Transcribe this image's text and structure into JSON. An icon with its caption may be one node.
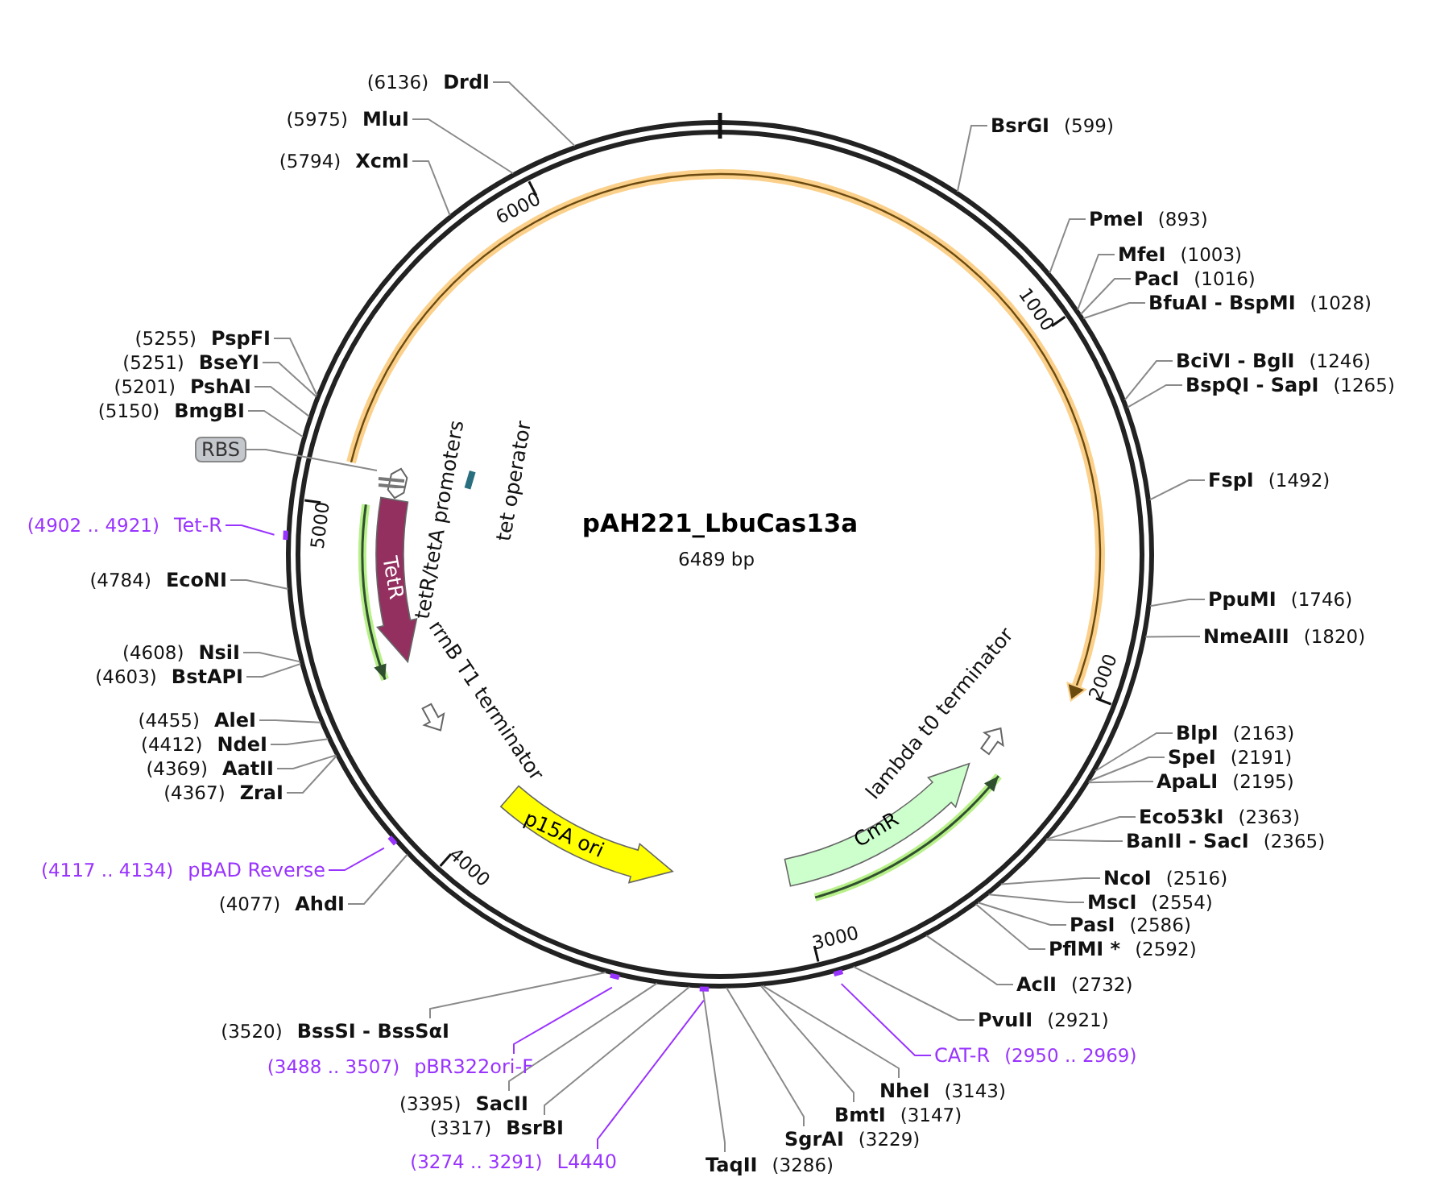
{
  "diagram": {
    "title": "pAH221_LbuCas13a",
    "nodes": [
      {
        "text": [
          "BsrGI",
          "(599)"
        ]
      },
      {
        "text": [
          "PmeI",
          "(893)"
        ]
      },
      {
        "text": [
          "MfeI",
          "(1003)"
        ]
      },
      {
        "text": [
          "PacI",
          "(1016)"
        ]
      },
      {
        "text": [
          "BfuAI - BspMI",
          "(1028)"
        ]
      },
      {
        "text": [
          "BciVI - BglI",
          "(1246)"
        ]
      },
      {
        "text": [
          "BspQI - SapI",
          "(1265)"
        ]
      },
      {
        "text": [
          "FspI",
          "(1492)"
        ]
      },
      {
        "text": [
          "PpuMI",
          "(1746)"
        ]
      },
      {
        "text": [
          "NmeAIII",
          "(1820)"
        ]
      },
      {
        "text": [
          "BlpI",
          "(2163)"
        ]
      },
      {
        "text": [
          "SpeI",
          "(2191)"
        ]
      },
      {
        "text": [
          "ApaLI",
          "(2195)"
        ]
      },
      {
        "text": [
          "Eco53kI",
          "(2363)"
        ]
      },
      {
        "text": [
          "BanII - SacI",
          "(2365)"
        ]
      },
      {
        "text": [
          "NcoI",
          "(2516)"
        ]
      },
      {
        "text": [
          "MscI",
          "(2554)"
        ]
      },
      {
        "text": [
          "PasI",
          "(2586)"
        ]
      },
      {
        "text": [
          "PflMI *",
          "(2592)"
        ]
      },
      {
        "text": [
          "AclI",
          "(2732)"
        ]
      },
      {
        "text": [
          "PvuII",
          "(2921)"
        ]
      },
      {
        "text": [
          "CAT-R",
          "(2950 .. 2969)"
        ]
      },
      {
        "text": [
          "NheI",
          "(3143)"
        ]
      },
      {
        "text": [
          "BmtI",
          "(3147)"
        ]
      },
      {
        "text": [
          "SgrAI",
          "(3229)"
        ]
      },
      {
        "text": [
          "TaqII",
          "(3286)"
        ]
      },
      {
        "text": [
          "(3274 .. 3291)",
          "L4440"
        ]
      },
      {
        "text": [
          "(3317)",
          "BsrBI"
        ]
      },
      {
        "text": [
          "(3395)",
          "SacII"
        ]
      },
      {
        "text": [
          "(3488 .. 3507)",
          "pBR322ori-F"
        ]
      },
      {
        "text": [
          "(3520)",
          "BssSI - BssSαI"
        ]
      },
      {
        "text": [
          "(4077)",
          "AhdI"
        ]
      },
      {
        "text": [
          "(4117 .. 4134)",
          "pBAD Reverse"
        ]
      },
      {
        "text": [
          "(4367)",
          "ZraI"
        ]
      },
      {
        "text": [
          "(4369)",
          "AatII"
        ]
      },
      {
        "text": [
          "(4412)",
          "NdeI"
        ]
      },
      {
        "text": [
          "(4455)",
          "AleI"
        ]
      },
      {
        "text": [
          "(4603)",
          "BstAPI"
        ]
      },
      {
        "text": [
          "(4608)",
          "NsiI"
        ]
      },
      {
        "text": [
          "(4784)",
          "EcoNI"
        ]
      },
      {
        "text": [
          "(4902 .. 4921)",
          "Tet-R"
        ]
      },
      {
        "text": [
          "(5150)",
          "BmgBI"
        ]
      },
      {
        "text": [
          "(5201)",
          "PshAI"
        ]
      },
      {
        "text": [
          "(5251)",
          "BseYI"
        ]
      },
      {
        "text": [
          "(5255)",
          "PspFI"
        ]
      },
      {
        "text": [
          "(5794)",
          "XcmI"
        ]
      },
      {
        "text": [
          "(5975)",
          "MluI"
        ]
      },
      {
        "text": [
          "(6136)",
          "DrdI"
        ]
      },
      {
        "text": [
          "RBS"
        ]
      },
      {
        "text": [
          "TetR"
        ]
      },
      {
        "text": [
          "p15A ori"
        ]
      },
      {
        "text": [
          "CmR"
        ]
      },
      {
        "text": [],
        "shape": "bar"
      }
    ],
    "edges": [
      {
        "from": 0,
        "to": null,
        "arrow": "none"
      },
      {
        "from": 1,
        "to": null,
        "arrow": "none"
      },
      {
        "from": 2,
        "to": null,
        "arrow": "none"
      },
      {
        "from": 3,
        "to": null,
        "arrow": "none"
      },
      {
        "from": 4,
        "to": null,
        "arrow": "none"
      },
      {
        "from": 5,
        "to": null,
        "arrow": "none"
      },
      {
        "from": 6,
        "to": null,
        "arrow": "none"
      },
      {
        "from": 7,
        "to": null,
        "arrow": "none"
      },
      {
        "from": 8,
        "to": null,
        "arrow": "none"
      },
      {
        "from": 9,
        "to": null,
        "arrow": "none"
      },
      {
        "from": 10,
        "to": null,
        "arrow": "none"
      },
      {
        "from": 11,
        "to": null,
        "arrow": "none"
      },
      {
        "from": 12,
        "to": null,
        "arrow": "none"
      },
      {
        "from": 13,
        "to": null,
        "arrow": "none"
      },
      {
        "from": 14,
        "to": null,
        "arrow": "none"
      },
      {
        "from": 15,
        "to": null,
        "arrow": "none"
      },
      {
        "from": 16,
        "to": null,
        "arrow": "none"
      },
      {
        "from": 17,
        "to": null,
        "arrow": "none"
      },
      {
        "from": 18,
        "to": null,
        "arrow": "none"
      },
      {
        "from": 19,
        "to": null,
        "arrow": "none"
      },
      {
        "from": 20,
        "to": null,
        "arrow": "none"
      },
      {
        "from": 21,
        "to": null,
        "arrow": "none",
        "color": "#9933ff"
      },
      {
        "from": 22,
        "to": null,
        "arrow": "none"
      },
      {
        "from": 23,
        "to": null,
        "arrow": "none"
      },
      {
        "from": 24,
        "to": null,
        "arrow": "none"
      },
      {
        "from": 25,
        "to": null,
        "arrow": "none"
      },
      {
        "from": 26,
        "to": null,
        "arrow": "none",
        "color": "#9933ff"
      },
      {
        "from": 27,
        "to": null,
        "arrow": "none"
      },
      {
        "from": 28,
        "to": null,
        "arrow": "none"
      },
      {
        "from": 29,
        "to": null,
        "arrow": "none",
        "color": "#9933ff"
      },
      {
        "from": 30,
        "to": null,
        "arrow": "none"
      },
      {
        "from": 31,
        "to": null,
        "arrow": "none"
      },
      {
        "from": 32,
        "to": null,
        "arrow": "none",
        "color": "#9933ff"
      },
      {
        "from": 33,
        "to": null,
        "arrow": "none"
      },
      {
        "from": 34,
        "to": null,
        "arrow": "none"
      },
      {
        "from": 35,
        "to": null,
        "arrow": "none"
      },
      {
        "from": 36,
        "to": null,
        "arrow": "none"
      },
      {
        "from": 37,
        "to": null,
        "arrow": "none"
      },
      {
        "from": 38,
        "to": null,
        "arrow": "none"
      },
      {
        "from": 39,
        "to": null,
        "arrow": "none"
      },
      {
        "from": 40,
        "to": null,
        "arrow": "none",
        "color": "#9933ff"
      },
      {
        "from": 41,
        "to": null,
        "arrow": "none"
      },
      {
        "from": 42,
        "to": null,
        "arrow": "none"
      },
      {
        "from": 43,
        "to": null,
        "arrow": "none"
      },
      {
        "from": 44,
        "to": null,
        "arrow": "none"
      },
      {
        "from": 45,
        "to": null,
        "arrow": "none"
      },
      {
        "from": 46,
        "to": null,
        "arrow": "none"
      },
      {
        "from": 47,
        "to": null,
        "arrow": "none"
      },
      {
        "from": 48,
        "to": 52,
        "arrow": "none"
      }
    ],
    "labels": [
      "6489 bp",
      "tetR/tetA promoters",
      "tet operator",
      "rrnB T1 terminator",
      "lambda t0 terminator",
      "1000",
      "2000",
      "3000",
      "4000",
      "5000",
      "6000"
    ]
  }
}
